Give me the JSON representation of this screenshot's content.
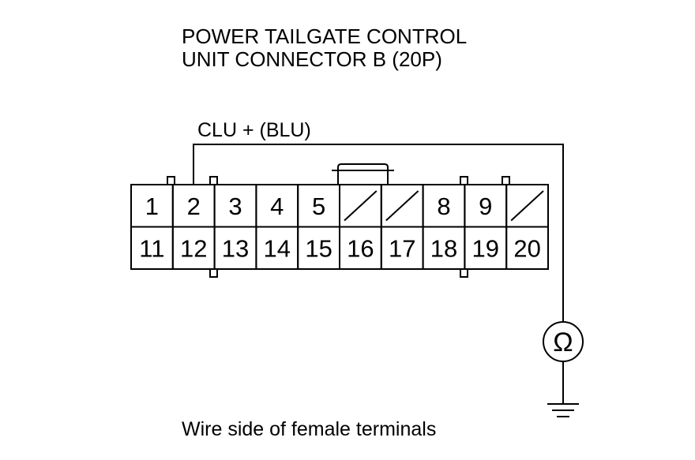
{
  "title": {
    "line1": "POWER TAILGATE CONTROL",
    "line2": "UNIT CONNECTOR B (20P)"
  },
  "wire": {
    "label": "CLU +  (BLU)",
    "pin": "2"
  },
  "connector": {
    "top_row": [
      {
        "label": "1",
        "empty": false
      },
      {
        "label": "2",
        "empty": false
      },
      {
        "label": "3",
        "empty": false
      },
      {
        "label": "4",
        "empty": false
      },
      {
        "label": "5",
        "empty": false
      },
      {
        "label": "",
        "empty": true
      },
      {
        "label": "",
        "empty": true
      },
      {
        "label": "8",
        "empty": false
      },
      {
        "label": "9",
        "empty": false
      },
      {
        "label": "",
        "empty": true
      }
    ],
    "bottom_row": [
      {
        "label": "11",
        "empty": false
      },
      {
        "label": "12",
        "empty": false
      },
      {
        "label": "13",
        "empty": false
      },
      {
        "label": "14",
        "empty": false
      },
      {
        "label": "15",
        "empty": false
      },
      {
        "label": "16",
        "empty": false
      },
      {
        "label": "17",
        "empty": false
      },
      {
        "label": "18",
        "empty": false
      },
      {
        "label": "19",
        "empty": false
      },
      {
        "label": "20",
        "empty": false
      }
    ]
  },
  "meter": {
    "symbol": "Ω",
    "icon": "ohmmeter-icon"
  },
  "ground": {
    "icon": "ground-icon"
  },
  "caption": "Wire side of female terminals"
}
